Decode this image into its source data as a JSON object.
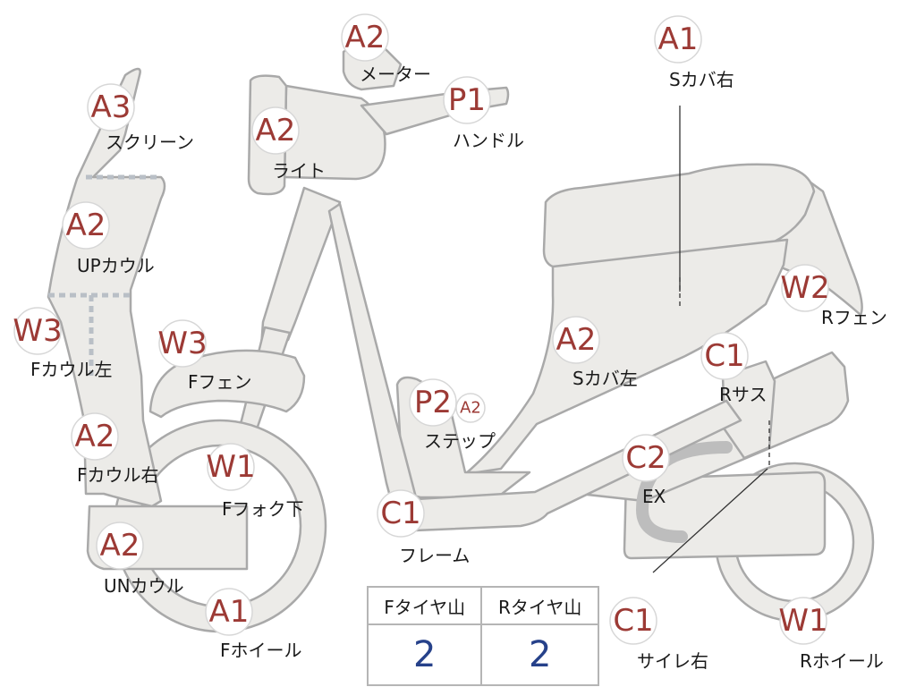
{
  "parts": [
    {
      "id": "meter",
      "code": "A2",
      "label": "メーター"
    },
    {
      "id": "side-cover-right",
      "code": "A1",
      "label": "Sカバ右"
    },
    {
      "id": "screen",
      "code": "A3",
      "label": "スクリーン"
    },
    {
      "id": "light",
      "code": "A2",
      "label": "ライト"
    },
    {
      "id": "handle",
      "code": "P1",
      "label": "ハンドル"
    },
    {
      "id": "upper-cowl",
      "code": "A2",
      "label": "UPカウル"
    },
    {
      "id": "front-cowl-left",
      "code": "W3",
      "label": "Fカウル左"
    },
    {
      "id": "front-fender",
      "code": "W3",
      "label": "Fフェン"
    },
    {
      "id": "side-cover-left",
      "code": "A2",
      "label": "Sカバ左"
    },
    {
      "id": "rear-fender",
      "code": "W2",
      "label": "Rフェン"
    },
    {
      "id": "rear-suspension",
      "code": "C1",
      "label": "Rサス"
    },
    {
      "id": "step",
      "code": "P2",
      "label": "ステップ",
      "sub_code": "A2"
    },
    {
      "id": "front-cowl-right",
      "code": "A2",
      "label": "Fカウル右"
    },
    {
      "id": "front-fork-lower",
      "code": "W1",
      "label": "Fフォク下"
    },
    {
      "id": "exhaust",
      "code": "C2",
      "label": "EX"
    },
    {
      "id": "frame",
      "code": "C1",
      "label": "フレーム"
    },
    {
      "id": "under-cowl",
      "code": "A2",
      "label": "UNカウル"
    },
    {
      "id": "front-wheel",
      "code": "A1",
      "label": "Fホイール"
    },
    {
      "id": "silencer-right",
      "code": "C1",
      "label": "サイレ右"
    },
    {
      "id": "rear-wheel",
      "code": "W1",
      "label": "Rホイール"
    }
  ],
  "tire_tread": {
    "headers": [
      "Fタイヤ山",
      "Rタイヤ山"
    ],
    "values": [
      "2",
      "2"
    ]
  },
  "colors": {
    "code_text": "#9c3a35",
    "part_fill": "#ecebe8",
    "part_outline": "#a9a9a9",
    "table_value": "#26418a"
  }
}
